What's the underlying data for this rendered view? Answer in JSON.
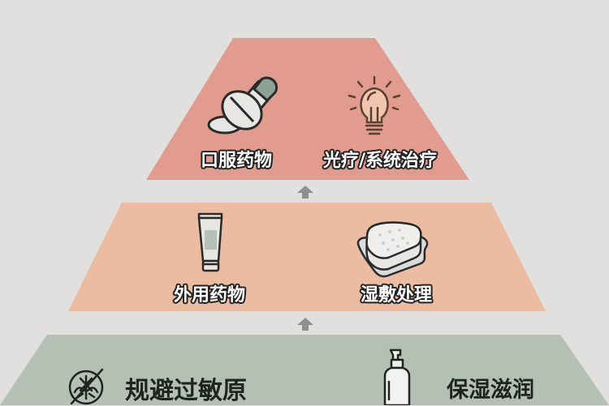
{
  "diagram": {
    "type": "pyramid",
    "colors": {
      "background": "#e2dfdf",
      "top_tier": "#e19c8f",
      "middle_tier": "#ebbba2",
      "bottom_tier": "#b5c0b5",
      "arrow": "#8d918e"
    },
    "tiers": [
      {
        "level": "top",
        "items": [
          {
            "label": "口服药物",
            "icon": "pills-icon"
          },
          {
            "label": "光疗/系统治疗",
            "icon": "light-bulb-icon"
          }
        ]
      },
      {
        "level": "middle",
        "items": [
          {
            "label": "外用药物",
            "icon": "ointment-tube-icon"
          },
          {
            "label": "湿敷处理",
            "icon": "wet-compress-icon"
          }
        ]
      },
      {
        "level": "bottom",
        "items": [
          {
            "label": "规避过敏原",
            "icon": "no-allergen-icon"
          },
          {
            "label": "保湿滋润",
            "icon": "lotion-bottle-icon"
          }
        ]
      }
    ],
    "arrows": [
      "up-arrow-icon",
      "up-arrow-icon"
    ]
  }
}
